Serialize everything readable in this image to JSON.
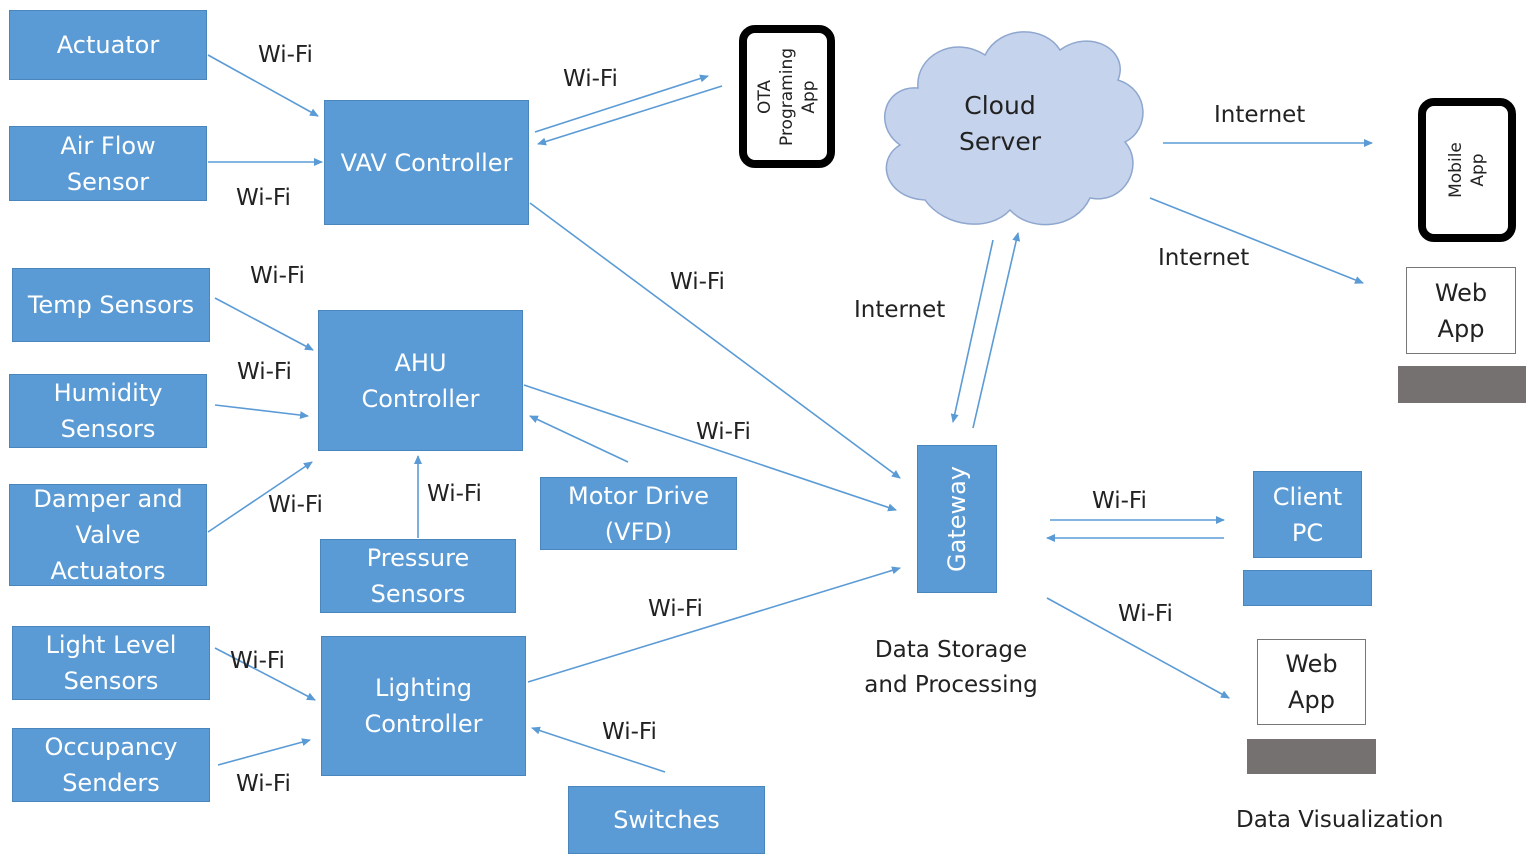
{
  "nodes": {
    "actuator": "Actuator",
    "airflow": "Air Flow\nSensor",
    "vav": "VAV Controller",
    "temp": "Temp Sensors",
    "humidity": "Humidity\nSensors",
    "damper": "Damper and\nValve\nActuators",
    "ahu": "AHU\nController",
    "motor": "Motor Drive\n(VFD)",
    "pressure": "Pressure\nSensors",
    "lightlevel": "Light Level\nSensors",
    "occupancy": "Occupancy\nSenders",
    "lighting": "Lighting\nController",
    "switches": "Switches",
    "gateway": "Gateway",
    "cloud": "Cloud\nServer",
    "ota": "OTA\nPrograming\nApp",
    "mobile": "Mobile\nApp",
    "webapp1": "Web\nApp",
    "clientpc": "Client\nPC",
    "webapp2": "Web\nApp"
  },
  "labels": {
    "wifi": "Wi-Fi",
    "internet": "Internet",
    "storage": "Data Storage\nand  Processing",
    "visualization": "Data Visualization"
  },
  "colors": {
    "box": "#5b9bd5",
    "arrow": "#5b9bd5",
    "stand": "#767171",
    "cloud_fill": "#c5d3ec",
    "cloud_stroke": "#8fa7cf"
  }
}
